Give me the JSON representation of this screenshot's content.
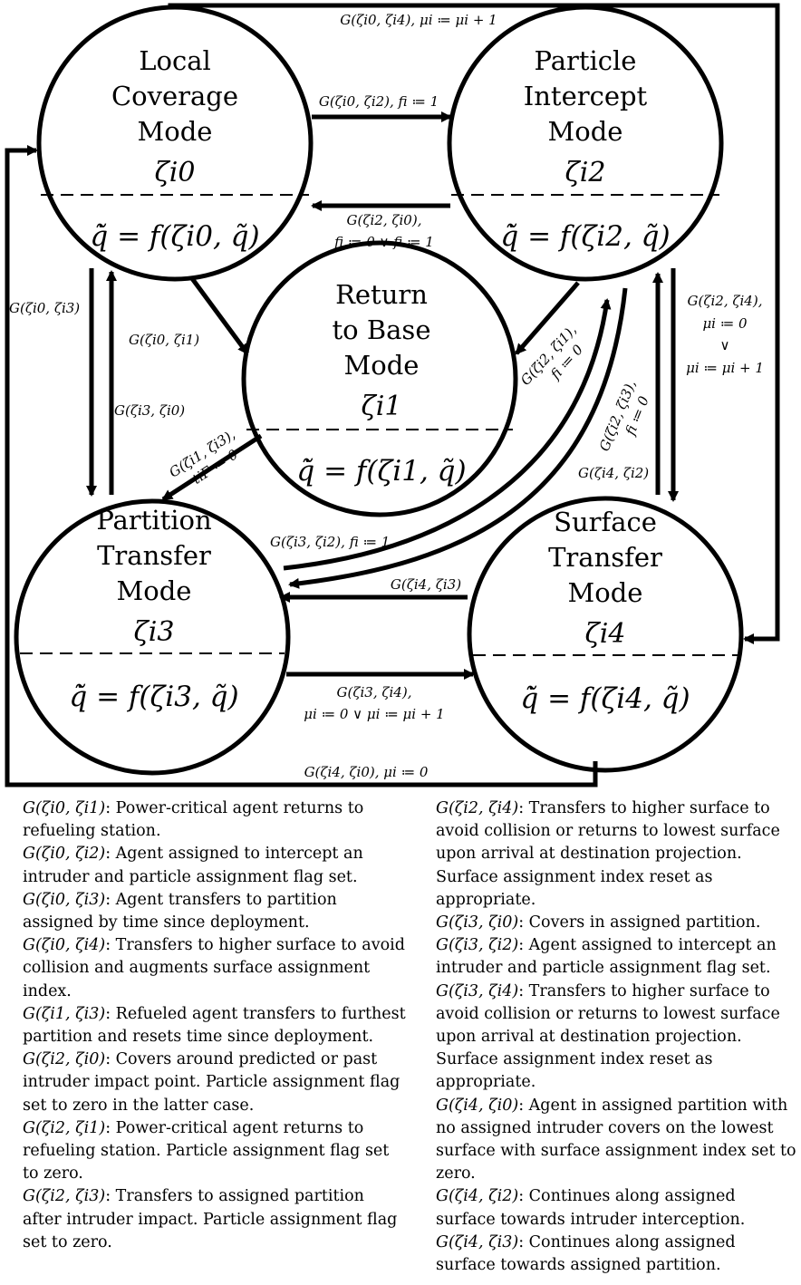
{
  "states": [
    {
      "id": "s0",
      "name_lines": [
        "Local",
        "Coverage",
        "Mode"
      ],
      "symbol": "ζi0",
      "equation": "q̃̇ = f(ζi0, q̃)"
    },
    {
      "id": "s2",
      "name_lines": [
        "Particle",
        "Intercept",
        "Mode"
      ],
      "symbol": "ζi2",
      "equation": "q̃̇ = f(ζi2, q̃)"
    },
    {
      "id": "s1",
      "name_lines": [
        "Return",
        "to Base",
        "Mode"
      ],
      "symbol": "ζi1",
      "equation": "q̃̇ = f(ζi1, q̃)"
    },
    {
      "id": "s3",
      "name_lines": [
        "Partition",
        "Transfer",
        "Mode"
      ],
      "symbol": "ζi3",
      "equation": "q̃̇ = f(ζi3, q̃)"
    },
    {
      "id": "s4",
      "name_lines": [
        "Surface",
        "Transfer",
        "Mode"
      ],
      "symbol": "ζi4",
      "equation": "q̃̇ = f(ζi4, q̃)"
    }
  ],
  "transitions": {
    "t04": [
      "G(ζi0, ζi4), μi ≔ μi + 1"
    ],
    "t02": [
      "G(ζi0, ζi2), fi ≔ 1"
    ],
    "t20": [
      "G(ζi2, ζi0),",
      "fi ≔ 0  ∨  fi ≔ 1"
    ],
    "t03": [
      "G(ζi0, ζi3)"
    ],
    "t01": [
      "G(ζi0, ζi1)"
    ],
    "t30": [
      "G(ζi3, ζi0)"
    ],
    "t13": [
      "G(ζi1, ζi3),",
      "tiF ≔ 0"
    ],
    "t21": [
      "G(ζi2, ζi1),",
      "fi ≔ 0"
    ],
    "t23": [
      "G(ζi2, ζi3),",
      "fi ≔ 0"
    ],
    "t24": [
      "G(ζi2, ζi4),",
      "μi ≔ 0",
      "∨",
      "μi ≔ μi + 1"
    ],
    "t42": [
      "G(ζi4, ζi2)"
    ],
    "t32": [
      "G(ζi3, ζi2), fi ≔ 1"
    ],
    "t43": [
      "G(ζi4, ζi3)"
    ],
    "t34": [
      "G(ζi3, ζi4),",
      "μi ≔ 0 ∨ μi ≔ μi + 1"
    ],
    "t40": [
      "G(ζi4, ζi0), μi ≔ 0"
    ]
  },
  "legend_left": [
    {
      "g": "G(ζi0, ζi1)",
      "text": ": Power-critical agent returns to refueling station."
    },
    {
      "g": "G(ζi0, ζi2)",
      "text": ": Agent assigned to intercept an intruder and particle assignment flag set."
    },
    {
      "g": "G(ζi0, ζi3)",
      "text": ": Agent transfers to partition assigned by time since deployment."
    },
    {
      "g": "G(ζi0, ζi4)",
      "text": ": Transfers to higher surface to avoid collision and augments surface assignment index."
    },
    {
      "g": "G(ζi1, ζi3)",
      "text": ": Refueled agent transfers to furthest partition and resets time since deployment."
    },
    {
      "g": "G(ζi2, ζi0)",
      "text": ": Covers around predicted or past intruder impact point. Particle assignment flag set to zero in the latter case."
    },
    {
      "g": "G(ζi2, ζi1)",
      "text": ": Power-critical agent returns to refueling station. Particle assignment flag set to zero."
    },
    {
      "g": "G(ζi2, ζi3)",
      "text": ": Transfers to assigned partition after intruder impact. Particle assignment flag set to zero."
    }
  ],
  "legend_right": [
    {
      "g": "G(ζi2, ζi4)",
      "text": ": Transfers to higher surface to avoid collision or returns to lowest surface upon arrival at destination projection. Surface assignment index reset as appropriate."
    },
    {
      "g": "G(ζi3, ζi0)",
      "text": ": Covers in assigned partition."
    },
    {
      "g": "G(ζi3, ζi2)",
      "text": ": Agent assigned to intercept an intruder and particle assignment flag set."
    },
    {
      "g": "G(ζi3, ζi4)",
      "text": ": Transfers to higher surface to avoid collision or returns to lowest surface upon arrival at destination projection. Surface assignment index reset as appropriate."
    },
    {
      "g": "G(ζi4, ζi0)",
      "text": ": Agent in assigned partition with no assigned intruder covers on the lowest surface with surface assignment index set to zero."
    },
    {
      "g": "G(ζi4, ζi2)",
      "text": ": Continues along assigned surface towards intruder interception."
    },
    {
      "g": "G(ζi4, ζi3)",
      "text": ": Continues along assigned surface towards assigned partition."
    }
  ]
}
